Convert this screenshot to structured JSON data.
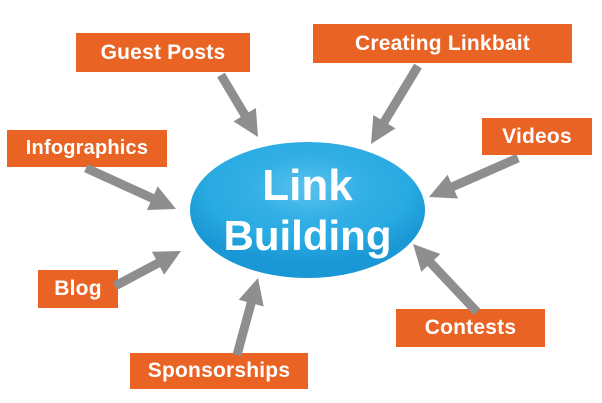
{
  "diagram": {
    "title": "Link Building",
    "center": {
      "line1": "Link",
      "line2": "Building"
    },
    "nodes": [
      {
        "id": "guest-posts",
        "label": "Guest Posts"
      },
      {
        "id": "creating-linkbait",
        "label": "Creating Linkbait"
      },
      {
        "id": "infographics",
        "label": "Infographics"
      },
      {
        "id": "videos",
        "label": "Videos"
      },
      {
        "id": "blog",
        "label": "Blog"
      },
      {
        "id": "contests",
        "label": "Contests"
      },
      {
        "id": "sponsorships",
        "label": "Sponsorships"
      }
    ],
    "colors": {
      "background": "#ffffff",
      "node_bg": "#e96325",
      "node_text": "#ffffff",
      "center_fill": "#29abe2",
      "center_rim": "#1a98d6",
      "arrow": "#8e8e8e"
    }
  }
}
